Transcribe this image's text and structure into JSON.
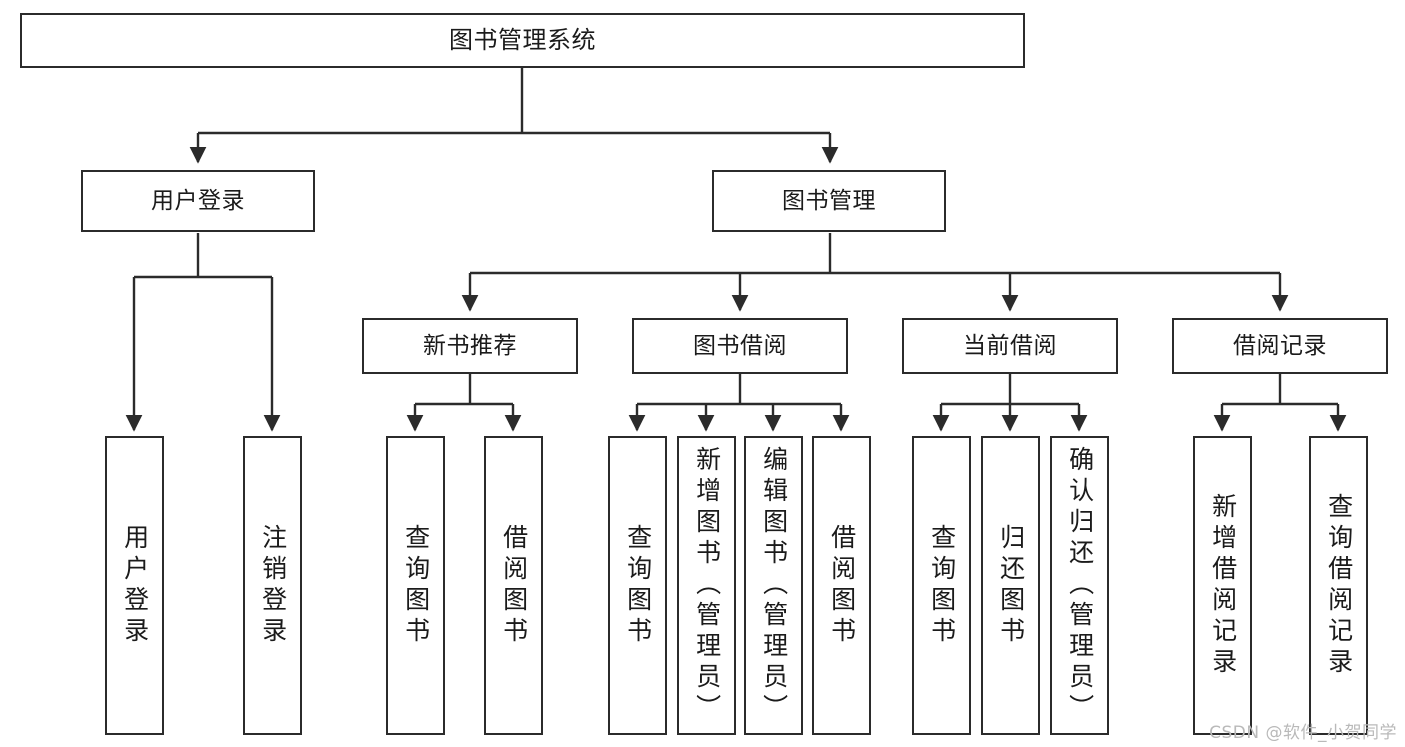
{
  "diagram": {
    "title": "图书管理系统",
    "watermark": "CSDN @软件_小贺同学",
    "stroke_color": "#2b2b2b",
    "background_color": "#ffffff",
    "text_color": "#1b1b1b",
    "nodes": {
      "root": "图书管理系统",
      "level2": {
        "user_login": "用户登录",
        "book_manage": "图书管理"
      },
      "level3": {
        "new_book_recommend": "新书推荐",
        "book_borrow": "图书借阅",
        "current_borrow": "当前借阅",
        "borrow_record": "借阅记录"
      },
      "leaves": {
        "user_login_1": "用户登录",
        "user_login_2": "注销登录",
        "recommend_1": "查询图书",
        "recommend_2": "借阅图书",
        "borrow_1": "查询图书",
        "borrow_2": "新增图书（管理员）",
        "borrow_3": "编辑图书（管理员）",
        "borrow_4": "借阅图书",
        "current_1": "查询图书",
        "current_2": "归还图书",
        "current_3": "确认归还（管理员）",
        "record_1": "新增借阅记录",
        "record_2": "查询借阅记录"
      }
    }
  }
}
